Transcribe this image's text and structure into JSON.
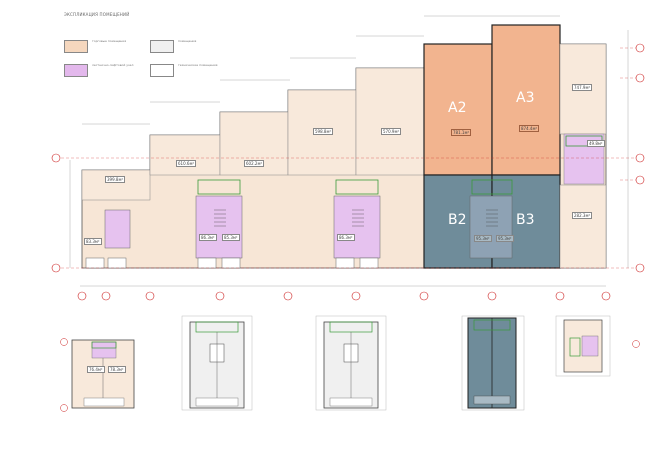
{
  "legend": {
    "title": "ЭКСПЛИКАЦИЯ ПОМЕЩЕНИЙ",
    "items": [
      {
        "label": "торговые помещения",
        "color": "#f5d7be"
      },
      {
        "label": "помещения",
        "color": "#f0f0f0"
      },
      {
        "label": "лестнично-лифтовой узел",
        "color": "#e3b8ec"
      },
      {
        "label": "технические помещения",
        "color": "#ffffff"
      }
    ]
  },
  "units": {
    "a2": {
      "label": "A2",
      "area": "781.1м²"
    },
    "a3": {
      "label": "A3",
      "area": "874.4м²"
    },
    "b2": {
      "label": "B2",
      "area": "95.3м²"
    },
    "b3": {
      "label": "B3",
      "area": "95.3м²"
    }
  },
  "room_areas": [
    "399.8м²",
    "610.6м²",
    "602.2м²",
    "598.8м²",
    "570.9м²",
    "747.9м²",
    "282.3м²",
    "49.8м²",
    "83.3м²",
    "86.3м²",
    "85.3м²",
    "86.3м²",
    "76.4м²",
    "78.3м²"
  ],
  "colors": {
    "retail": "#f2b48f",
    "retail_light": "#f7e6d6",
    "blue_unit": "#6f8c9a",
    "core": "#e6c2ef",
    "grid": "#cc2222",
    "green": "#3a9a3a"
  }
}
